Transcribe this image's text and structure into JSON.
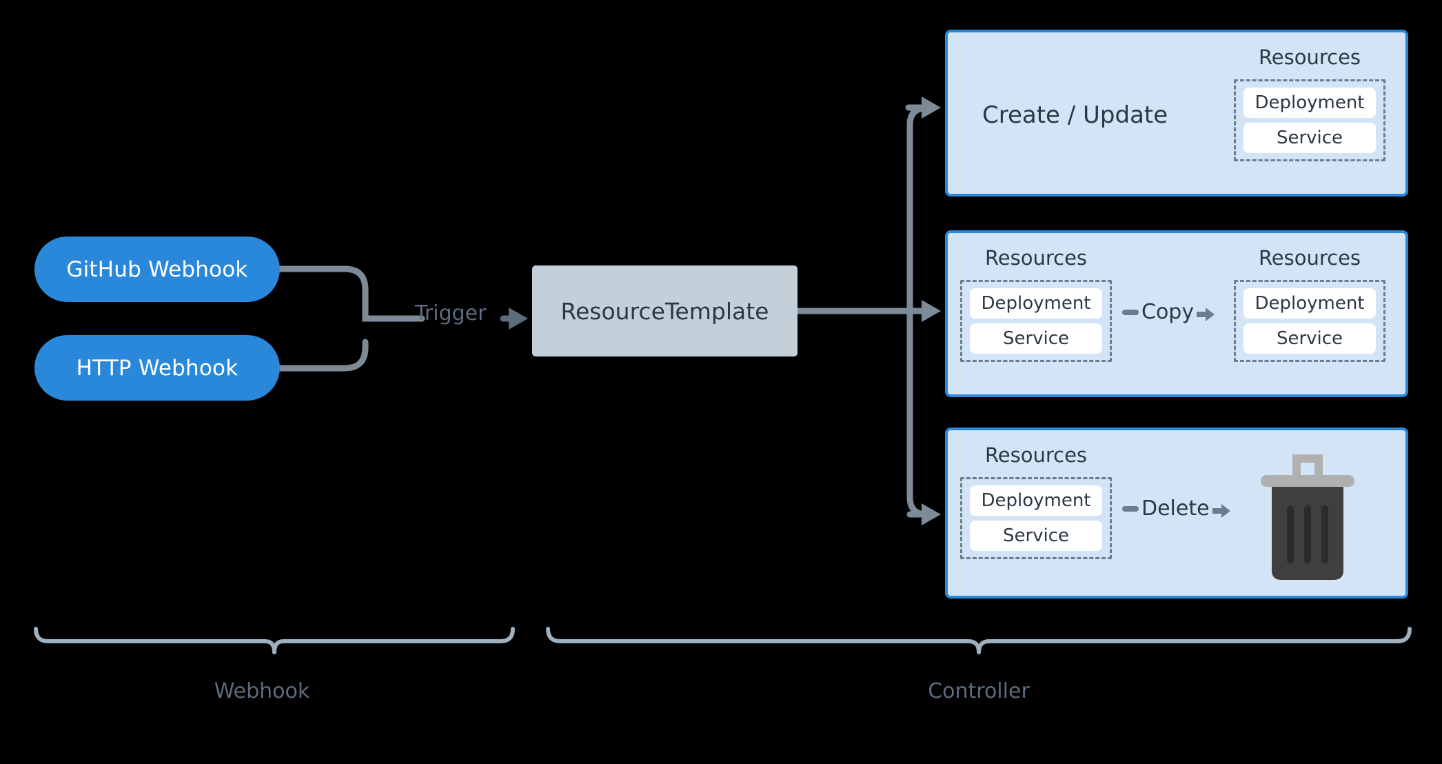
{
  "diagram": {
    "title": "Webhook to Controller resource flow",
    "background": "#000000",
    "colors": {
      "pill_blue": "#2a88db",
      "panel_fill": "#d4e4f7",
      "panel_border": "#2a88db",
      "template_fill": "#c3cfd9",
      "connector_gray": "#7d8b99",
      "text_dark": "#2b3845",
      "text_muted": "#5c6b7d",
      "dashed_gray": "#6b7c8c",
      "chip_white": "#ffffff",
      "trash_body": "#3f3f3f",
      "trash_lid": "#b0b0b0"
    }
  },
  "webhook": {
    "sources": [
      {
        "label": "GitHub Webhook"
      },
      {
        "label": "HTTP Webhook"
      }
    ],
    "edge_label": "Trigger",
    "group_caption": "Webhook"
  },
  "template": {
    "label": "ResourceTemplate"
  },
  "controller": {
    "group_caption": "Controller",
    "panels": [
      {
        "id": "create-update",
        "action_label": "Create / Update",
        "resource_groups": [
          {
            "label": "Resources",
            "items": [
              "Deployment",
              "Service"
            ]
          }
        ]
      },
      {
        "id": "copy",
        "edge_label": "Copy",
        "resource_groups": [
          {
            "label": "Resources",
            "items": [
              "Deployment",
              "Service"
            ]
          },
          {
            "label": "Resources",
            "items": [
              "Deployment",
              "Service"
            ]
          }
        ]
      },
      {
        "id": "delete",
        "edge_label": "Delete",
        "icon": "trash-icon",
        "resource_groups": [
          {
            "label": "Resources",
            "items": [
              "Deployment",
              "Service"
            ]
          }
        ]
      }
    ]
  }
}
